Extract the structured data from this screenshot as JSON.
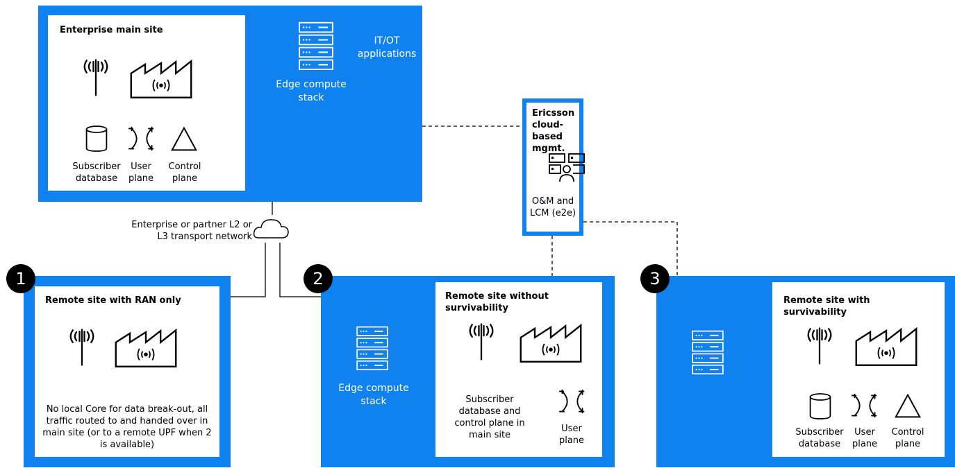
{
  "main_site": {
    "title": "Enterprise main site",
    "apps_label": "IT/OT applications",
    "edge_label": "Edge compute stack",
    "subscriber_label": "Subscriber database",
    "user_plane_label": "User plane",
    "control_plane_label": "Control plane"
  },
  "network": {
    "label": "Enterprise or partner L2 or L3 transport network"
  },
  "mgmt": {
    "title": "Ericsson cloud-based mgmt.",
    "label": "O&M and LCM (e2e)"
  },
  "site1": {
    "number": "1",
    "title": "Remote site with RAN only",
    "description": "No local Core for data break-out, all traffic routed to and handed over in main site (or to a remote UPF when 2 is available)"
  },
  "site2": {
    "number": "2",
    "title": "Remote site without survivability",
    "edge_label": "Edge compute stack",
    "core_label": "Subscriber database and control plane in main site",
    "user_plane_label": "User plane"
  },
  "site3": {
    "number": "3",
    "title": "Remote site with survivability",
    "subscriber_label": "Subscriber database",
    "user_plane_label": "User plane",
    "control_plane_label": "Control plane"
  },
  "colors": {
    "accent": "#0f82f0",
    "text": "#000000",
    "badge": "#000000"
  }
}
